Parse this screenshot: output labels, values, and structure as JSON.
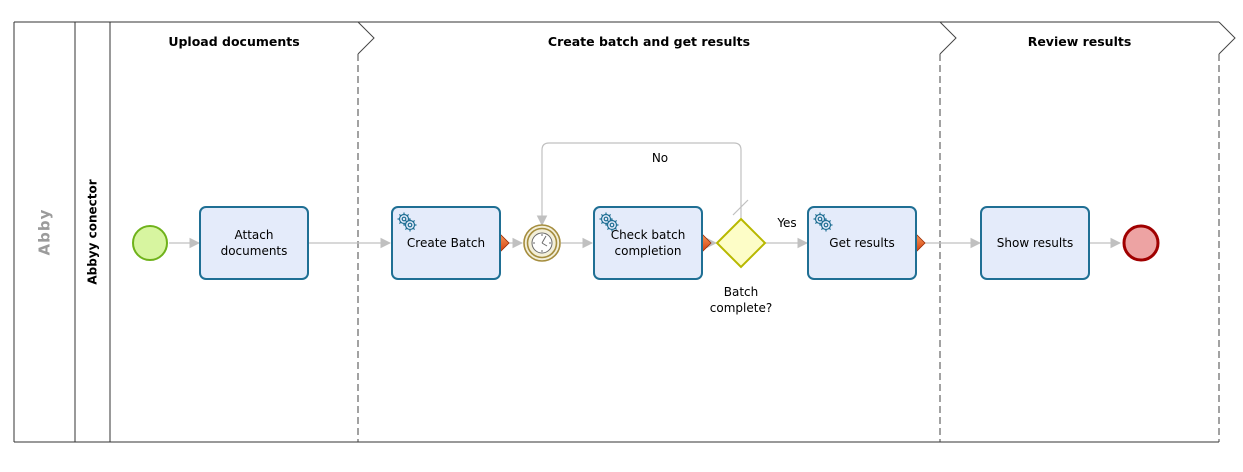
{
  "pool": {
    "label": "Abby"
  },
  "lane": {
    "label": "Abbyy conector"
  },
  "phases": [
    {
      "title": "Upload documents"
    },
    {
      "title": "Create batch and get results"
    },
    {
      "title": "Review results"
    }
  ],
  "tasks": {
    "attach": "Attach\ndocuments",
    "create_batch": "Create Batch",
    "check_batch": "Check batch\ncompletion",
    "get_results": "Get results",
    "show_results": "Show results"
  },
  "gateway": {
    "label": "Batch\ncomplete?"
  },
  "flows": {
    "no_label": "No",
    "yes_label": "Yes"
  },
  "colors": {
    "task_fill": "#e4ebfa",
    "task_border": "#1f6f94",
    "start_fill": "#d7f5a0",
    "start_stroke": "#6fb21b",
    "end_fill": "#eda3a3",
    "end_stroke": "#a00000",
    "gateway_fill": "#fdfdc7",
    "gateway_stroke": "#b8b800",
    "timer_stroke": "#a58d3e",
    "arrow_orange": "#e55a1c"
  }
}
